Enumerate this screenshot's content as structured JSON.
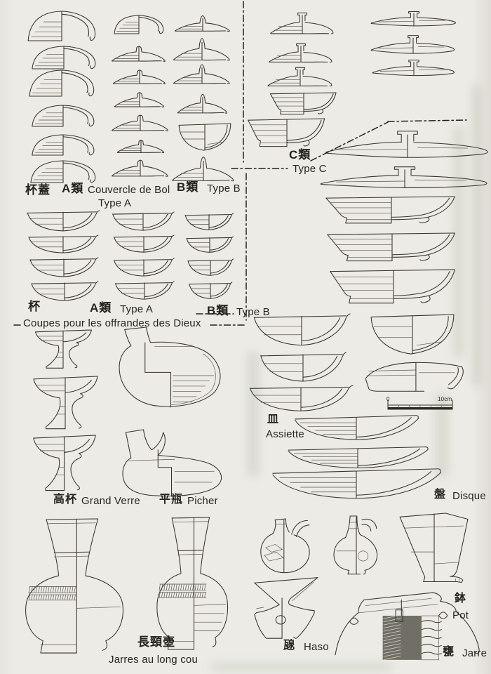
{
  "page": {
    "background": "#edebe6",
    "ink": "#37342c"
  },
  "sections": {
    "bowl_lids": {
      "title_zh": "杯蓋",
      "type_a_zh": "A類",
      "type_a_fr": "Couvercle de Bol",
      "type_a_label": "Type A",
      "type_b_zh": "B類",
      "type_b_label": "Type B",
      "type_c_zh": "C類",
      "type_c_label": "Type C"
    },
    "offering_cups": {
      "title_zh": "杯",
      "title_fr": "Coupes pour les offrandes des Dieux",
      "type_a_zh": "A類",
      "type_a_label": "Type A",
      "type_b_zh": "B類",
      "type_b_label": "Type B"
    },
    "stemmed_cup": {
      "zh": "高杯",
      "fr": "Grand Verre"
    },
    "flat_pitcher": {
      "zh": "平瓶",
      "fr": "Picher"
    },
    "plate": {
      "zh": "皿",
      "fr": "Assiette"
    },
    "dish": {
      "zh": "盤",
      "fr": "Disque"
    },
    "long_neck_jar": {
      "zh": "長頸壺",
      "fr": "Jarres au long cou"
    },
    "haso": {
      "zh": "𤭯",
      "fr": "Haso"
    },
    "pot": {
      "zh": "鉢",
      "fr": "Pot"
    },
    "jar": {
      "zh": "甕",
      "fr": "Jarre"
    }
  },
  "scale_bar": {
    "zero": "0",
    "max": "10cm"
  }
}
